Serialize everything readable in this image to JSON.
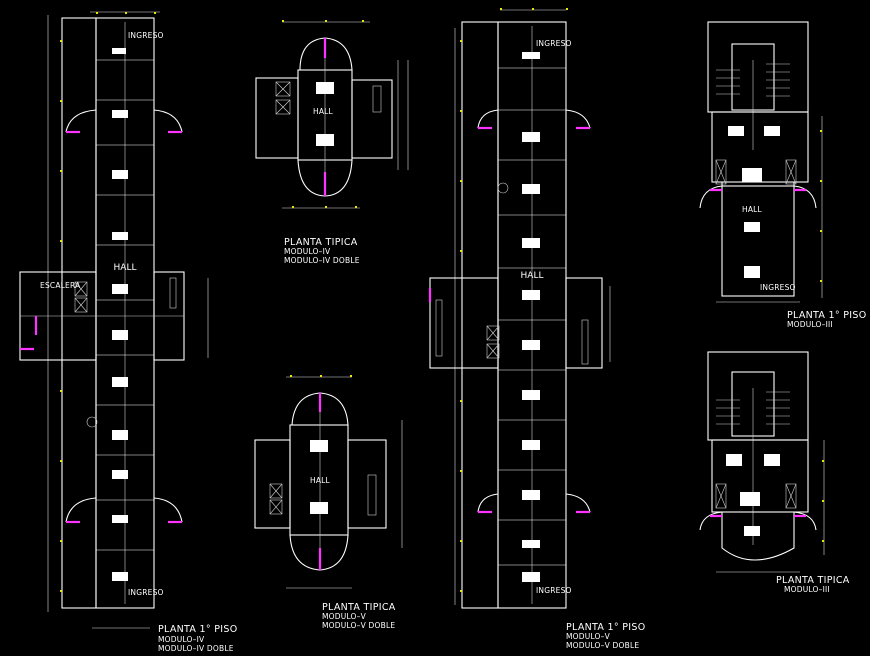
{
  "drawing": {
    "background": "#000000",
    "line_color": "#ffffff",
    "door_color": "#ff33ff",
    "dimension_tick_color": "#e8e800",
    "panels": [
      {
        "id": "m4-first",
        "title": "PLANTA 1° PISO",
        "module": "MODULO–IV",
        "variant": "MODULO–IV DOBLE",
        "labels": {
          "hall": "HALL",
          "stair": "ESCALERA",
          "entry_top": "INGRESO",
          "entry_bottom": "INGRESO"
        }
      },
      {
        "id": "m4-typical",
        "title": "PLANTA TIPICA",
        "module": "MODULO–IV",
        "variant": "MODULO–IV DOBLE",
        "labels": {
          "hall": "HALL"
        }
      },
      {
        "id": "m5-typical",
        "title": "PLANTA TIPICA",
        "module": "MODULO–V",
        "variant": "MODULO–V DOBLE",
        "labels": {
          "hall": "HALL"
        }
      },
      {
        "id": "m5-first",
        "title": "PLANTA 1° PISO",
        "module": "MODULO–V",
        "variant": "MODULO–V DOBLE",
        "labels": {
          "hall": "HALL",
          "entry_top": "INGRESO",
          "entry_bottom": "INGRESO"
        }
      },
      {
        "id": "m3-first",
        "title": "PLANTA 1° PISO",
        "module": "MODULO–III",
        "labels": {
          "hall": "HALL",
          "entry": "INGRESO"
        }
      },
      {
        "id": "m3-typical",
        "title": "PLANTA TIPICA",
        "module": "MODULO–III",
        "labels": {}
      }
    ]
  }
}
